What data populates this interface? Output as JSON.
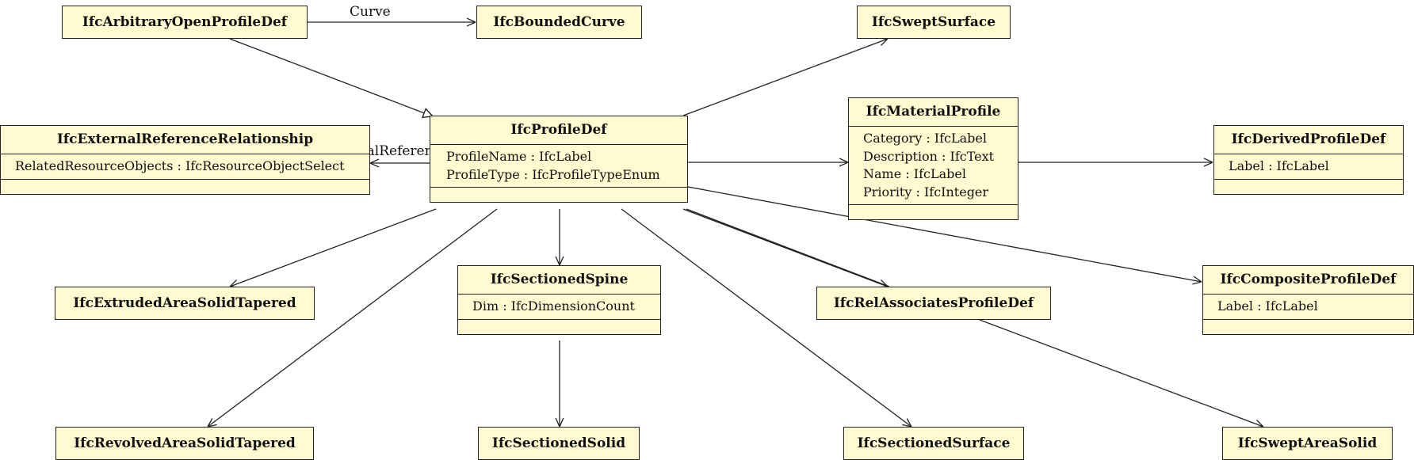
{
  "classes": {
    "arbitrary_open_profile_def": {
      "name": "IfcArbitraryOpenProfileDef"
    },
    "bounded_curve": {
      "name": "IfcBoundedCurve"
    },
    "swept_surface": {
      "name": "IfcSweptSurface"
    },
    "external_reference_relationship": {
      "name": "IfcExternalReferenceRelationship",
      "attributes": [
        "RelatedResourceObjects : IfcResourceObjectSelect"
      ]
    },
    "profile_def": {
      "name": "IfcProfileDef",
      "attributes": [
        "ProfileName : IfcLabel",
        "ProfileType : IfcProfileTypeEnum"
      ]
    },
    "material_profile": {
      "name": "IfcMaterialProfile",
      "attributes": [
        "Category : IfcLabel",
        "Description : IfcText",
        "Name : IfcLabel",
        "Priority : IfcInteger"
      ]
    },
    "derived_profile_def": {
      "name": "IfcDerivedProfileDef",
      "attributes": [
        "Label : IfcLabel"
      ]
    },
    "extruded_area_solid_tapered": {
      "name": "IfcExtrudedAreaSolidTapered"
    },
    "sectioned_spine": {
      "name": "IfcSectionedSpine",
      "attributes": [
        "Dim : IfcDimensionCount"
      ]
    },
    "rel_associates_profile_def": {
      "name": "IfcRelAssociatesProfileDef"
    },
    "composite_profile_def": {
      "name": "IfcCompositeProfileDef",
      "attributes": [
        "Label : IfcLabel"
      ]
    },
    "revolved_area_solid_tapered": {
      "name": "IfcRevolvedAreaSolidTapered"
    },
    "sectioned_solid": {
      "name": "IfcSectionedSolid"
    },
    "sectioned_surface": {
      "name": "IfcSectionedSurface"
    },
    "swept_area_solid": {
      "name": "IfcSweptAreaSolid"
    }
  },
  "edge_labels": {
    "curve": "Curve",
    "has_external_reference": "HasExternalReference"
  }
}
